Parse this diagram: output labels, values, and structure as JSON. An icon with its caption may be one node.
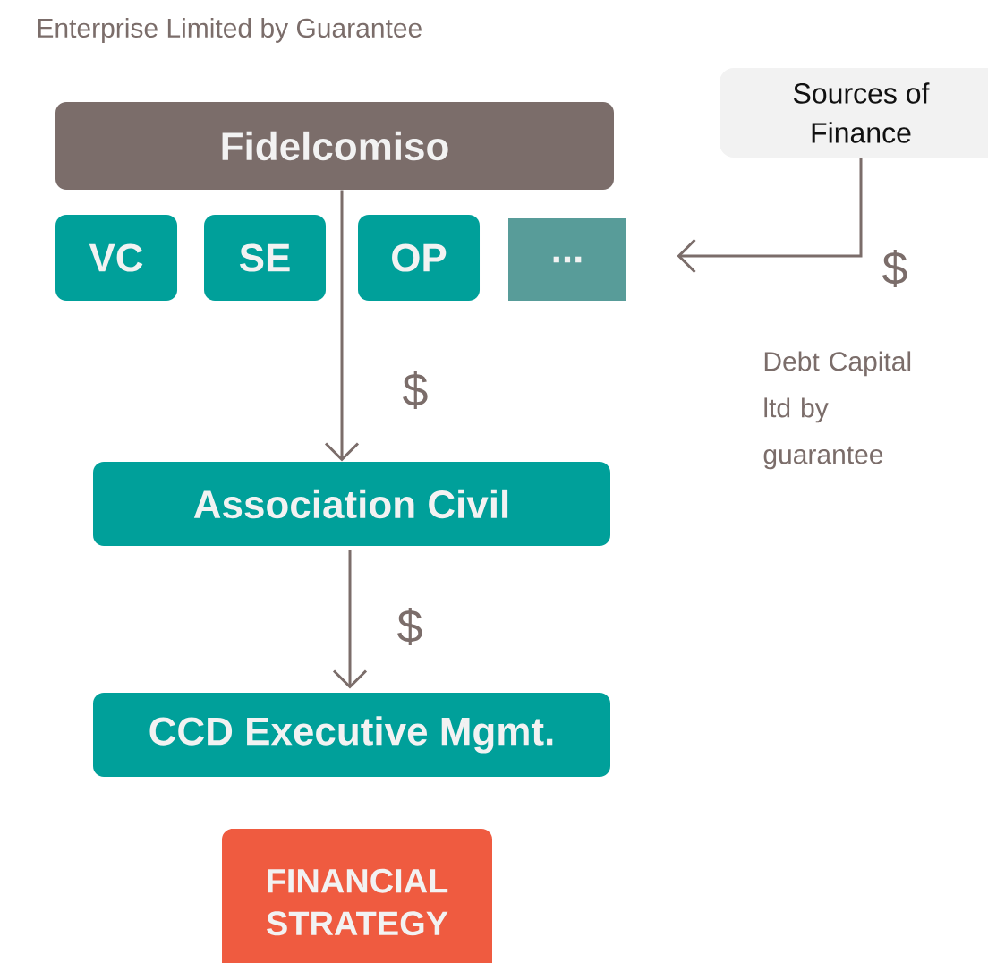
{
  "diagram": {
    "title": "Enterprise Limited by Guarantee",
    "nodes": [
      {
        "text": [
          "Fidelcomiso"
        ]
      },
      {
        "text": [
          "VC"
        ]
      },
      {
        "text": [
          "SE"
        ]
      },
      {
        "text": [
          "OP"
        ]
      },
      {
        "text": [
          "..."
        ]
      },
      {
        "text": [
          "Sources of Finance"
        ]
      },
      {
        "text": [
          "Association Civil"
        ]
      },
      {
        "text": [
          "CCD Executive Mgmt."
        ]
      },
      {
        "text": [
          "FINANCIAL STRATEGY"
        ]
      }
    ],
    "edges": [
      {
        "from": 5,
        "to": 4,
        "arrow": "to",
        "label": "$"
      },
      {
        "from": 0,
        "to": 6,
        "arrow": "to",
        "label": "$"
      },
      {
        "from": 6,
        "to": 7,
        "arrow": "to",
        "label": "$"
      }
    ],
    "labels": [
      "Debt Capital ltd by guarantee"
    ]
  }
}
